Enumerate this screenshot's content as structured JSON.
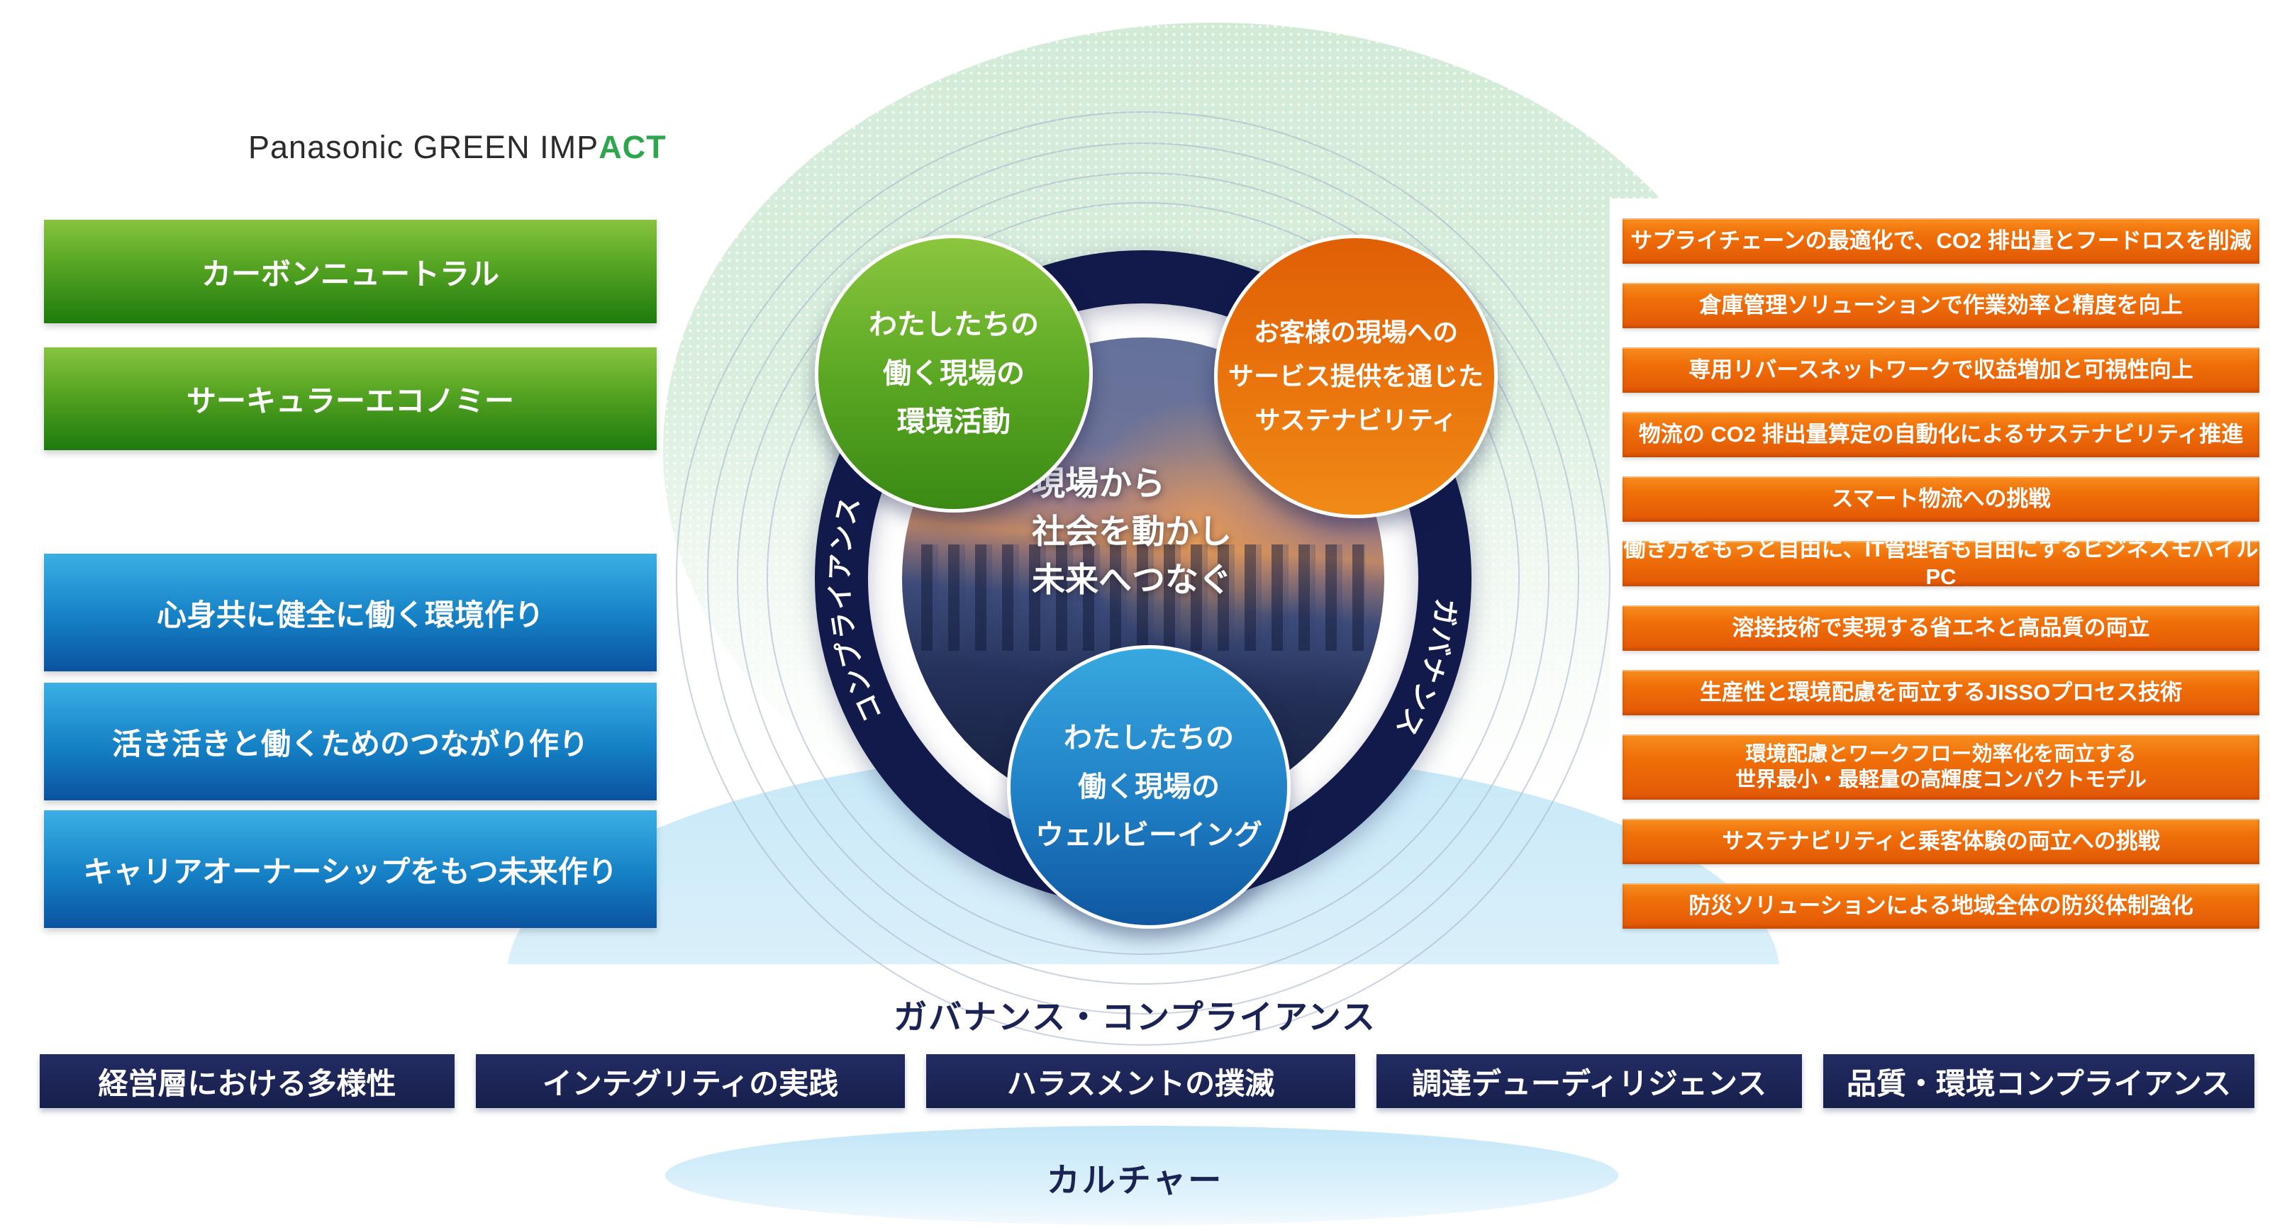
{
  "logo": {
    "prefix": "Panasonic GREEN IMP",
    "accent": "ACT"
  },
  "left_panel": {
    "green_items": [
      {
        "label": "カーボンニュートラル"
      },
      {
        "label": "サーキュラーエコノミー"
      }
    ],
    "blue_items": [
      {
        "label": "心身共に健全に働く環境作り"
      },
      {
        "label": "活き活きと働くためのつながり作り"
      },
      {
        "label": "キャリアオーナーシップをもつ未来作り"
      }
    ]
  },
  "center": {
    "green_circle": {
      "lines": [
        "わたしたちの",
        "働く現場の",
        "環境活動"
      ]
    },
    "orange_circle": {
      "lines": [
        "お客様の現場への",
        "サービス提供を通じた",
        "サステナビリティ"
      ]
    },
    "blue_circle": {
      "lines": [
        "わたしたちの",
        "働く現場の",
        "ウェルビーイング"
      ]
    },
    "core_message": {
      "lines": [
        "現場から",
        "社会を動かし",
        "未来へつなぐ"
      ]
    },
    "ring_labels": {
      "left": "コンプライアンス",
      "right": "ガバナンス"
    }
  },
  "right_panel": {
    "items": [
      "サプライチェーンの最適化で、CO2 排出量とフードロスを削減",
      "倉庫管理ソリューションで作業効率と精度を向上",
      "専用リバースネットワークで収益増加と可視性向上",
      "物流の CO2 排出量算定の自動化によるサステナビリティ推進",
      "スマート物流への挑戦",
      "働き方をもっと自由に、IT管理者も自由にするビジネスモバイルPC",
      "溶接技術で実現する省エネと高品質の両立",
      "生産性と環境配慮を両立するJISSOプロセス技術",
      "環境配慮とワークフロー効率化を両立する\n世界最小・最軽量の高輝度コンパクトモデル",
      "サステナビリティと乗客体験の両立への挑戦",
      "防災ソリューションによる地域全体の防災体制強化"
    ]
  },
  "bottom": {
    "governance_heading": "ガバナンス・コンプライアンス",
    "governance_items": [
      "経営層における多様性",
      "インテグリティの実践",
      "ハラスメントの撲滅",
      "調達デューディリジェンス",
      "品質・環境コンプライアンス"
    ],
    "culture_label": "カルチャー"
  },
  "colors": {
    "navy": "#171F4C",
    "ring_navy": "#111A4B",
    "green": "#55A323",
    "blue": "#1580C5",
    "orange": "#F07008",
    "logo_accent_green": "#2EA64D",
    "light_green_bg": "#D9EEDD",
    "light_blue_bg": "#C7E8F8"
  }
}
